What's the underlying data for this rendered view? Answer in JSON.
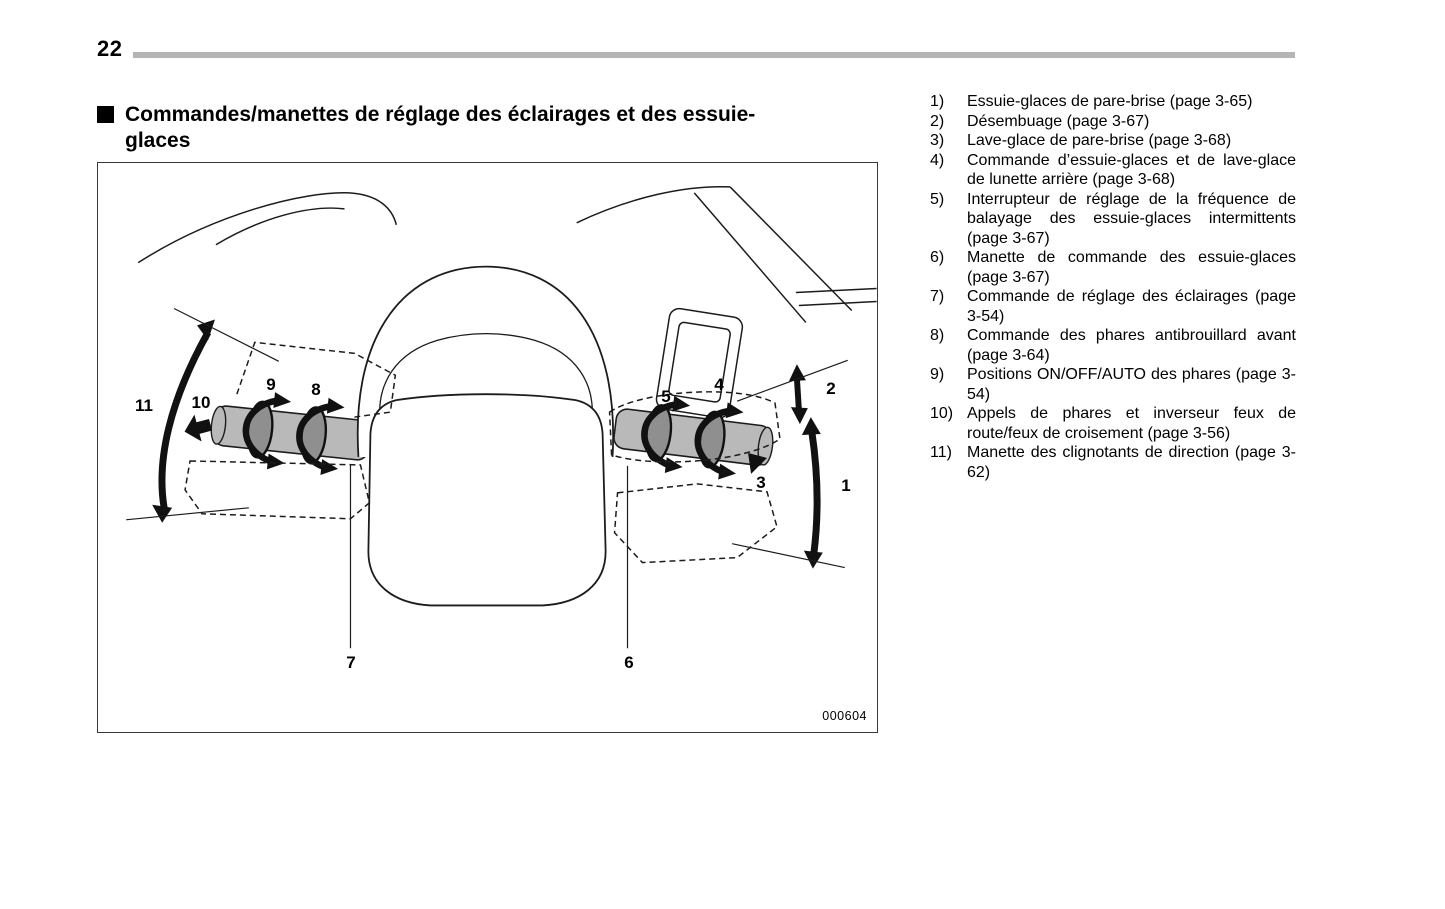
{
  "page": {
    "number": "22"
  },
  "heading": {
    "line1": "Commandes/manettes de réglage des éclairages et des essuie-",
    "line2": "glaces"
  },
  "figure": {
    "code": "000604",
    "labels": [
      "1",
      "2",
      "3",
      "4",
      "5",
      "6",
      "7",
      "8",
      "9",
      "10",
      "11"
    ]
  },
  "legend": {
    "items": [
      {
        "num": "1)",
        "text": "Essuie-glaces de pare-brise (page 3-65)"
      },
      {
        "num": "2)",
        "text": "Désembuage (page 3-67)"
      },
      {
        "num": "3)",
        "text": "Lave-glace de pare-brise (page 3-68)"
      },
      {
        "num": "4)",
        "text": "Commande d’essuie-glaces et de lave-glace de lunette arrière (page 3-68)"
      },
      {
        "num": "5)",
        "text": "Interrupteur de réglage de la fréquence de balayage des essuie-glaces intermittents (page 3-67)"
      },
      {
        "num": "6)",
        "text": "Manette de commande des essuie-glaces (page 3-67)"
      },
      {
        "num": "7)",
        "text": "Commande de réglage des éclairages (page 3-54)"
      },
      {
        "num": "8)",
        "text": "Commande des phares antibrouillard avant (page 3-64)"
      },
      {
        "num": "9)",
        "text": "Positions ON/OFF/AUTO des phares (page 3-54)"
      },
      {
        "num": "10)",
        "text": "Appels de phares et inverseur feux de route/feux de croisement (page 3-56)"
      },
      {
        "num": "11)",
        "text": "Manette des clignotants de direction (page 3-62)"
      }
    ]
  }
}
